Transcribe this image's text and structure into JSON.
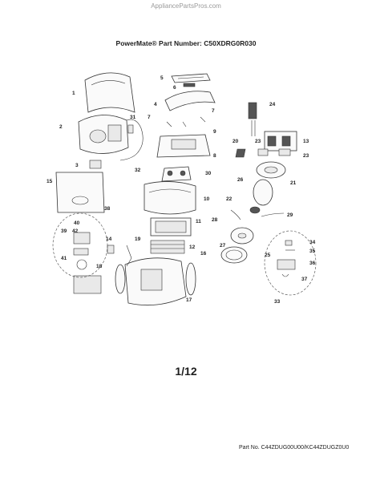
{
  "watermark": "AppliancePartsPros.com",
  "title": "PowerMate® Part Number: C50XDRG0R030",
  "page_number": "1/12",
  "part_number_footer": "Part No. C44ZDUG00U00/KC44ZDUGZ0U0",
  "callouts": [
    "1",
    "2",
    "3",
    "4",
    "5",
    "6",
    "7",
    "7",
    "8",
    "9",
    "10",
    "11",
    "12",
    "13",
    "14",
    "15",
    "16",
    "17",
    "18",
    "19",
    "20",
    "21",
    "22",
    "23",
    "23",
    "24",
    "25",
    "26",
    "27",
    "28",
    "29",
    "30",
    "31",
    "32",
    "33",
    "34",
    "35",
    "36",
    "37",
    "38",
    "39",
    "40",
    "41",
    "42"
  ]
}
